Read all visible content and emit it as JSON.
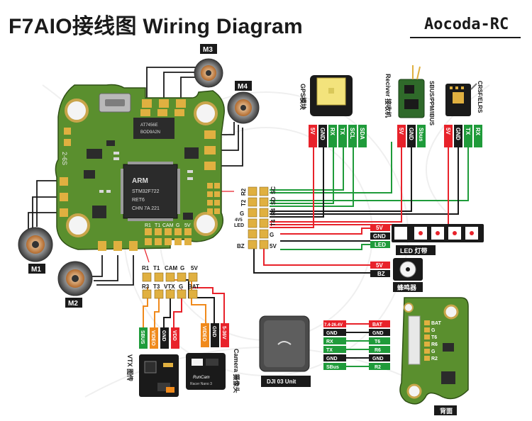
{
  "header": {
    "title": "F7AIO接线图 Wiring Diagram",
    "brand": "Aocoda-RC"
  },
  "colors": {
    "red": "#e8222a",
    "black": "#1a1a1a",
    "green": "#1f9b3a",
    "orange": "#f08a1c",
    "pcb": "#5a8f2e",
    "pad": "#e0b040"
  },
  "motors": {
    "m1": "M1",
    "m2": "M2",
    "m3": "M3",
    "m4": "M4"
  },
  "board": {
    "chip_text": [
      "ARM",
      "STM32F722",
      "RET6",
      "CHN 7A 221"
    ],
    "small_chip": [
      "AT7456E",
      "BOD9A2N"
    ],
    "right_pads": {
      "row1": [
        "R2",
        "SC"
      ],
      "row2": [
        "T2",
        "SD"
      ],
      "row3": [
        "G",
        "R4"
      ],
      "row4": [
        "LED",
        "4V5",
        "T4"
      ],
      "row5": [
        "G"
      ],
      "row6": [
        "BZ",
        "5V"
      ]
    },
    "bottom_pads_top": [
      "R1",
      "T1",
      "CAM",
      "G",
      "5V"
    ],
    "bottom_pads_bottom": [
      "R3",
      "T3",
      "VTX",
      "G",
      "BAT"
    ],
    "side_label": "2-6S"
  },
  "gps": {
    "label": "GPS模块",
    "pins": [
      "5V",
      "GND",
      "RX",
      "TX",
      "SCL",
      "SDA"
    ]
  },
  "receivers": {
    "sbus_label": "Reciver 接收机",
    "sbus_side": "SBUS/PPM/IBUS",
    "sbus_pins": [
      "5V",
      "GND",
      "Sbus"
    ],
    "crsf_label": "CRSF/ELRS",
    "crsf_pins": [
      "5V",
      "GND",
      "TX",
      "RX"
    ]
  },
  "led": {
    "pins": [
      "5V",
      "GND",
      "LED"
    ],
    "label": "LED 灯带"
  },
  "buzzer": {
    "pins": [
      "5V",
      "BZ"
    ],
    "label": "蜂鸣器"
  },
  "vtx": {
    "wires": [
      "SBUS",
      "VIDEO",
      "GND",
      "VDD"
    ],
    "label": "VTX 图传"
  },
  "camera": {
    "wires": [
      "VIDEO",
      "GND",
      "5-36V"
    ],
    "label": "Camera 摄像头",
    "model_text": [
      "RunCam",
      "Racer Nano 3"
    ]
  },
  "dji": {
    "label": "DJI 03 Unit",
    "left_pins": [
      "7.4-26.4V",
      "GND",
      "RX",
      "TX",
      "GND",
      "SBus"
    ],
    "right_pins": [
      "BAT",
      "GND",
      "T6",
      "R6",
      "GND",
      "R2"
    ]
  },
  "back": {
    "label": "背面",
    "pads": [
      "BAT",
      "G",
      "T6",
      "R6",
      "G",
      "R2"
    ]
  }
}
